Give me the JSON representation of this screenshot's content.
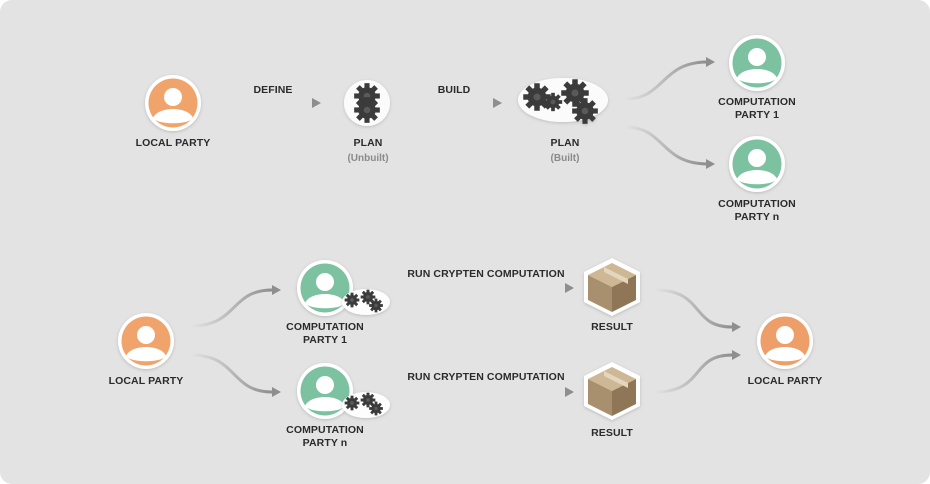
{
  "colors": {
    "background": "#e3e3e3",
    "local_party_orange": "#f0a46c",
    "computation_party_green": "#7cc2a0",
    "gear_dark": "#3a3a3a",
    "box_tan": "#b39b7a",
    "arrow_gray": "#8e8e8e"
  },
  "top_flow": {
    "local_party": "LOCAL PARTY",
    "define_label": "DEFINE",
    "plan_unbuilt": {
      "title": "PLAN",
      "subtitle": "(Unbuilt)"
    },
    "build_label": "BUILD",
    "plan_built": {
      "title": "PLAN",
      "subtitle": "(Built)"
    },
    "party_1": {
      "line1": "COMPUTATION",
      "line2": "PARTY 1"
    },
    "party_n": {
      "line1": "COMPUTATION",
      "line2": "PARTY n"
    }
  },
  "bottom_flow": {
    "local_party_source": "LOCAL PARTY",
    "party_1": {
      "line1": "COMPUTATION",
      "line2": "PARTY 1"
    },
    "party_n": {
      "line1": "COMPUTATION",
      "line2": "PARTY n"
    },
    "run_label_1": "RUN CRYPTEN COMPUTATION",
    "run_label_n": "RUN CRYPTEN COMPUTATION",
    "result_1": "RESULT",
    "result_n": "RESULT",
    "local_party_target": "LOCAL PARTY"
  },
  "icons": [
    "person-icon",
    "gears-icon",
    "box-icon",
    "arrow-icon"
  ]
}
